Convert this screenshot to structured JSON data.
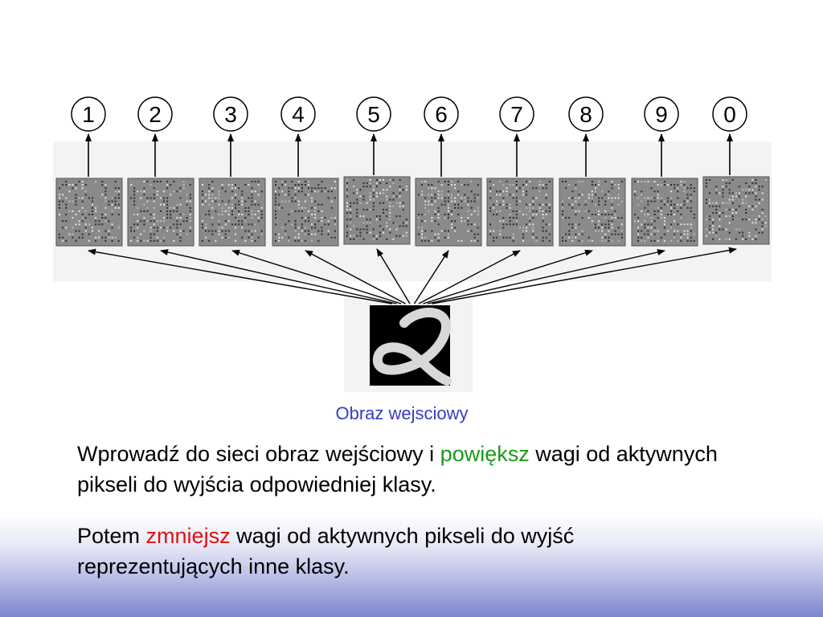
{
  "diagram": {
    "output_classes": [
      "1",
      "2",
      "3",
      "4",
      "5",
      "6",
      "7",
      "8",
      "9",
      "0"
    ],
    "input_caption": "Obraz wejsciowy"
  },
  "text": {
    "para1": {
      "part1": "Wprowadź do sieci obraz wejściowy i ",
      "highlight": "powiększ",
      "part2": " wagi od aktywnych pikseli do wyjścia odpowiedniej klasy."
    },
    "para2": {
      "part1": "Potem ",
      "highlight": "zmniejsz",
      "part2": " wagi od aktywnych pikseli do wyjść reprezentujących inne klasy."
    }
  },
  "colors": {
    "increase_word": "#1a9a1a",
    "decrease_word": "#e01010",
    "caption": "#3a3ac0"
  }
}
